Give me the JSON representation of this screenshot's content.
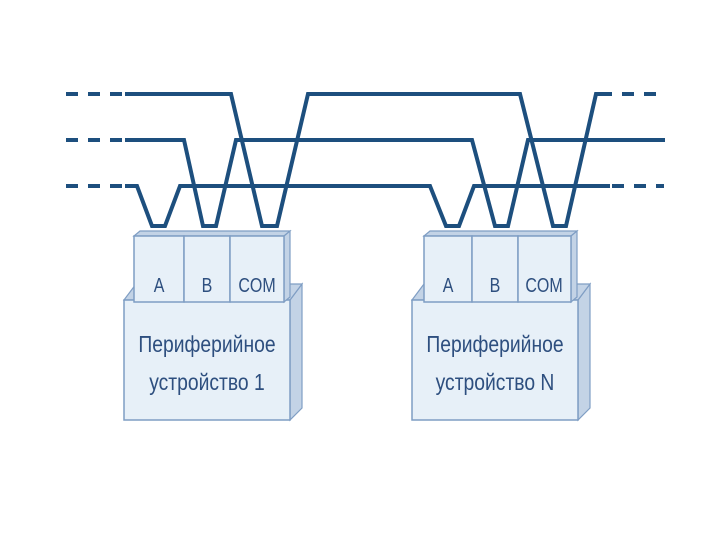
{
  "diagram": {
    "colors": {
      "bus_line": "#1d4f7e",
      "box_fill": "#e7f0f8",
      "box_stroke": "#7f9ec4",
      "side_fill": "#c3d3e6",
      "text": "#2e4f7f"
    },
    "devices": [
      {
        "terminals": [
          "A",
          "B",
          "COM"
        ],
        "name_line1": "Периферийное",
        "name_line2": "устройство 1"
      },
      {
        "terminals": [
          "A",
          "B",
          "COM"
        ],
        "name_line1": "Периферийное",
        "name_line2": "устройство N"
      }
    ]
  }
}
